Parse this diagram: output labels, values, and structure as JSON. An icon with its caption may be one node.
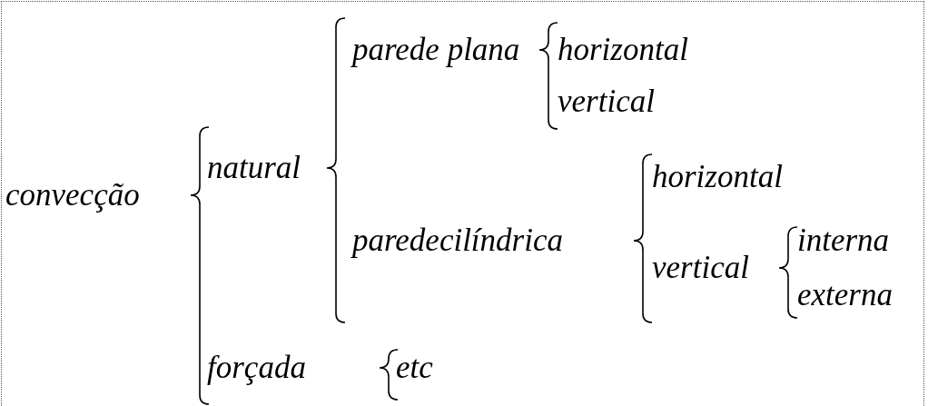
{
  "diagram": {
    "labels": [
      "convecção",
      "natural",
      "parede plana",
      "horizontal",
      "vertical",
      "paredecilíndrica",
      "horizontal",
      "vertical",
      "interna",
      "externa",
      "forçada",
      "etc"
    ]
  }
}
